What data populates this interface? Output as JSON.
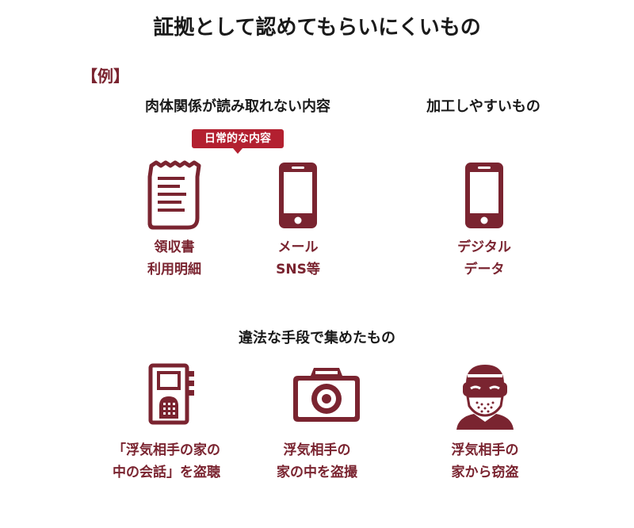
{
  "title": "証拠として認めてもらいにくいもの",
  "example_label": "【例】",
  "sections": {
    "unrelated": {
      "heading": "肉体関係が読み取れない内容",
      "tag": "日常的な内容"
    },
    "editable": {
      "heading": "加工しやすいもの"
    },
    "illegal": {
      "heading": "違法な手段で集めたもの"
    }
  },
  "items": {
    "receipt": {
      "line1": "領収書",
      "line2": "利用明細",
      "icon": "receipt-icon"
    },
    "mail": {
      "line1": "メール",
      "line2": "SNS等",
      "icon": "smartphone-icon"
    },
    "digital": {
      "line1": "デジタル",
      "line2": "データ",
      "icon": "smartphone-icon"
    },
    "recording": {
      "line1": "「浮気相手の家の",
      "line2": "中の会話」を盗聴",
      "icon": "voice-recorder-icon"
    },
    "photo": {
      "line1": "浮気相手の",
      "line2": "家の中を盗撮",
      "icon": "camera-icon"
    },
    "theft": {
      "line1": "浮気相手の",
      "line2": "家から窃盗",
      "icon": "burglar-icon"
    }
  },
  "colors": {
    "accent": "#7a2430",
    "tag": "#b32030",
    "text": "#1a1a1a"
  }
}
